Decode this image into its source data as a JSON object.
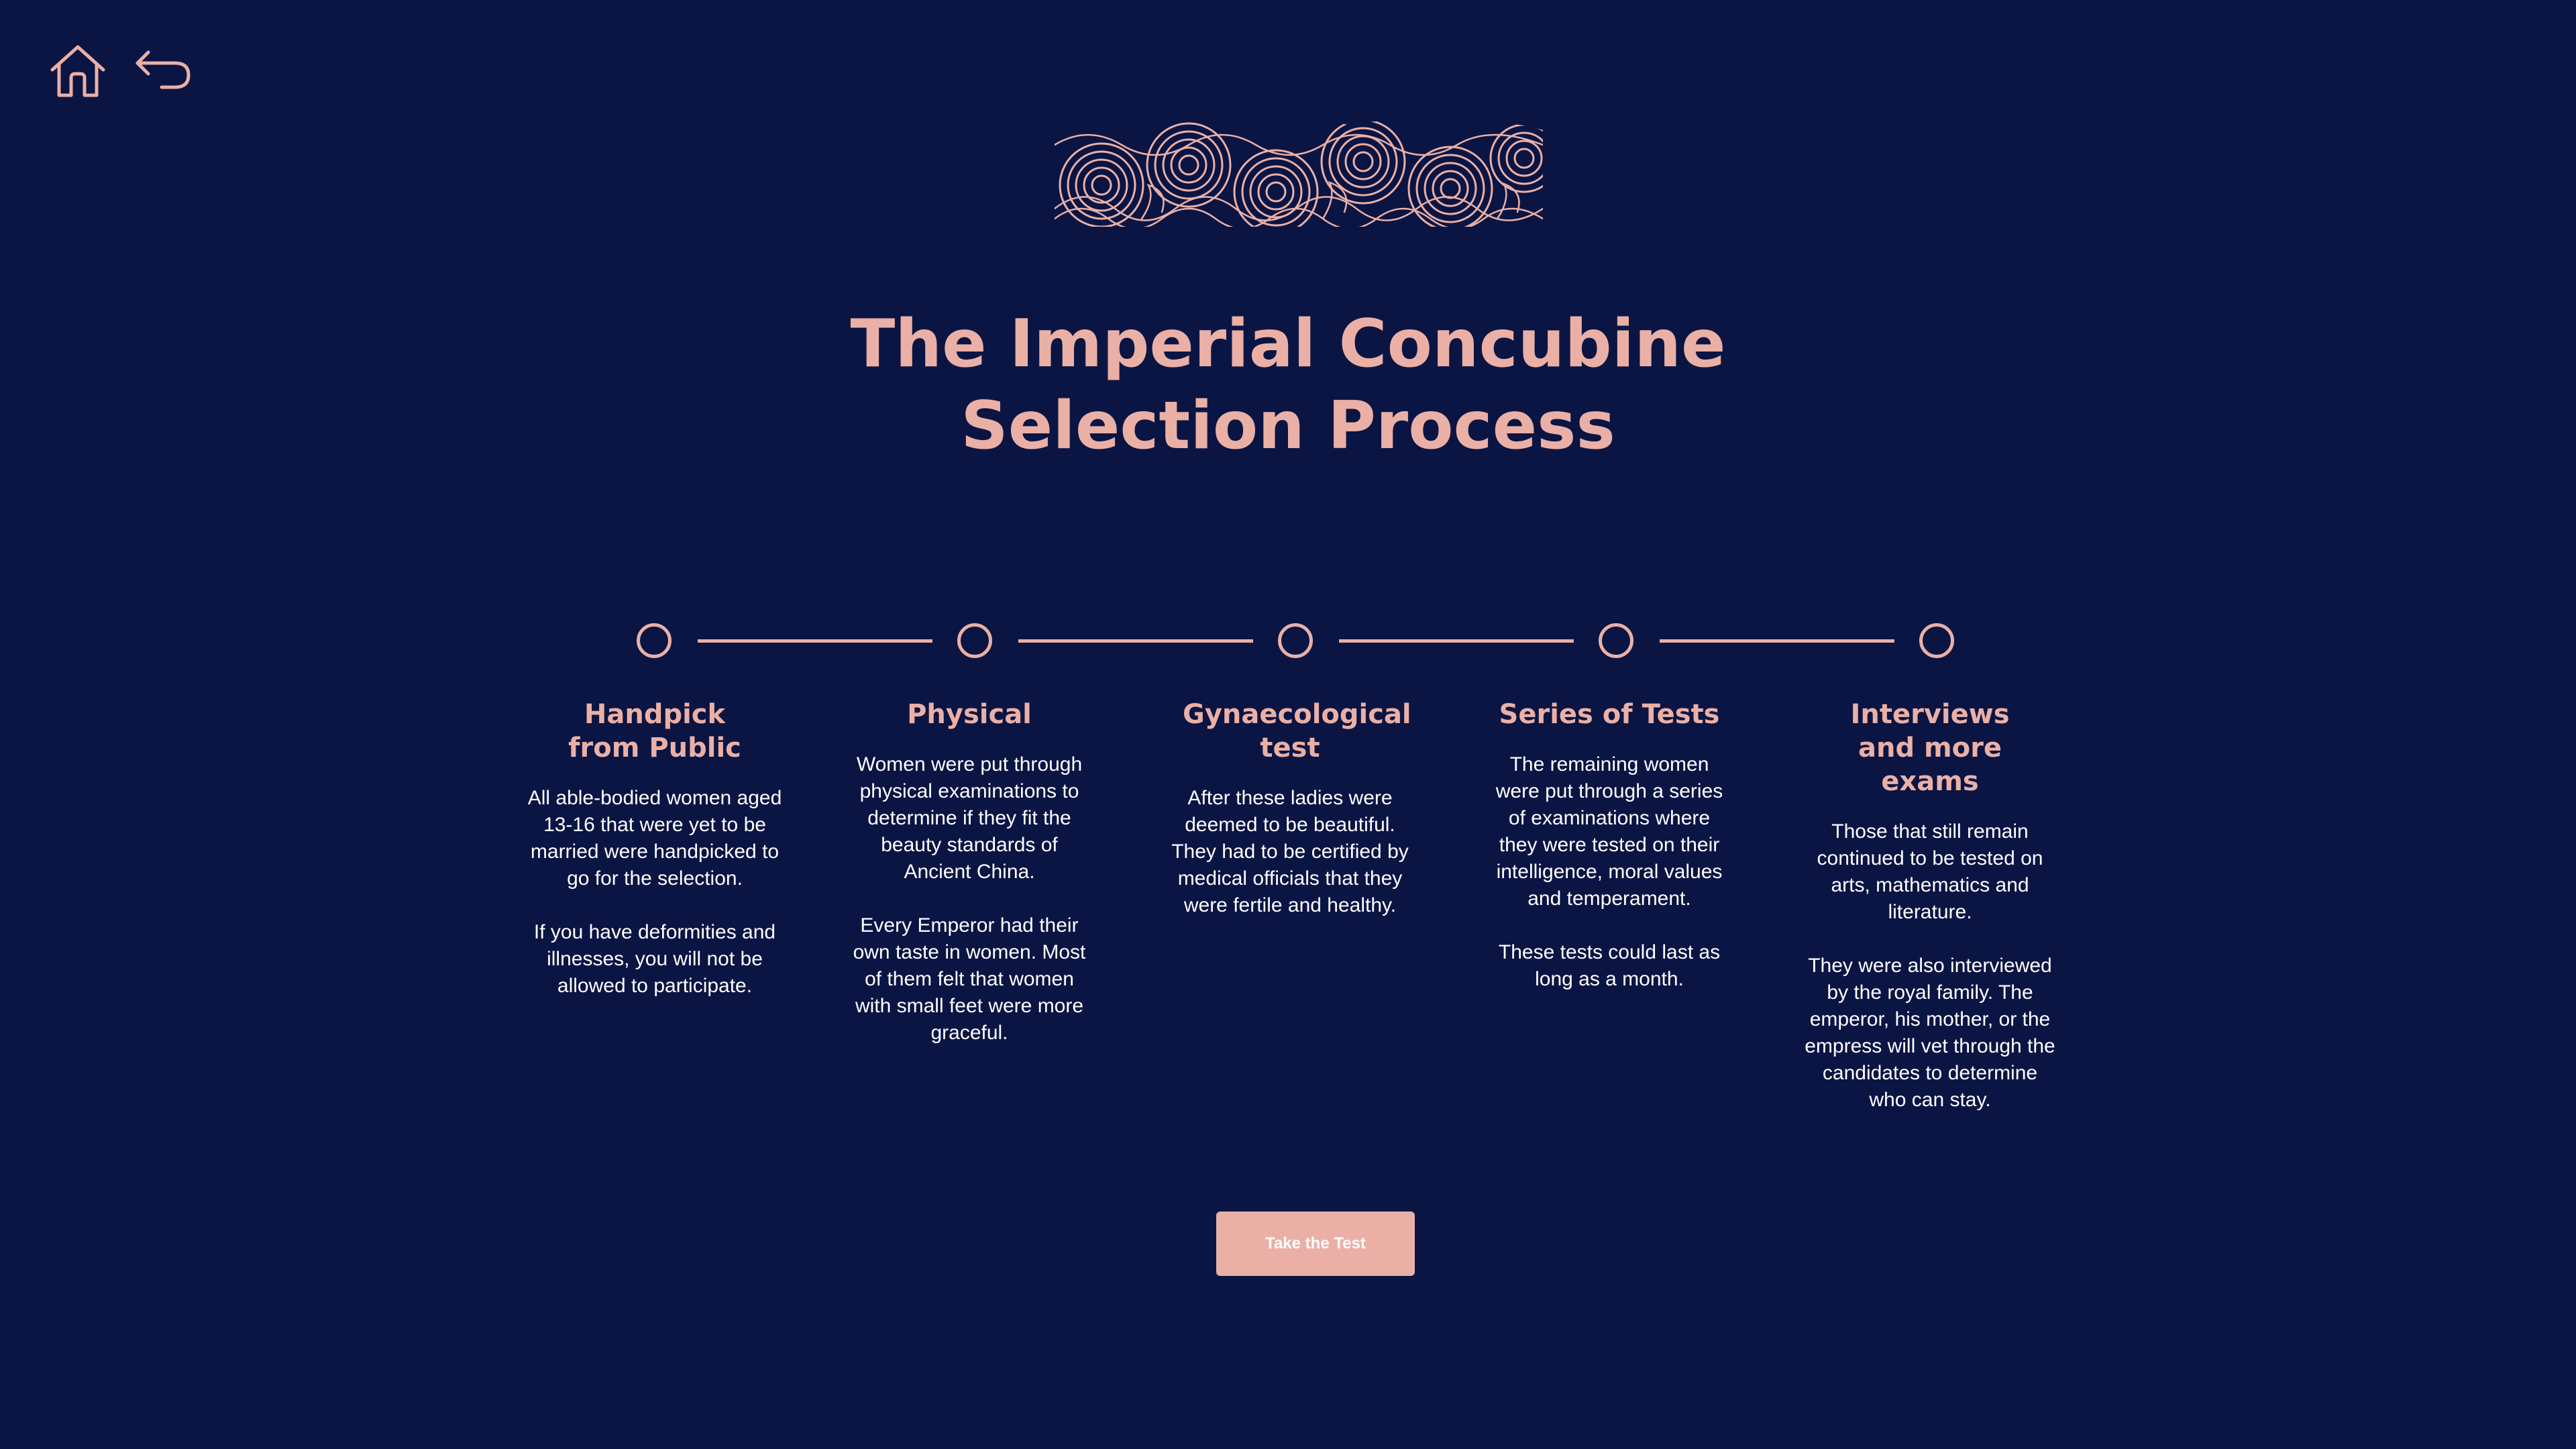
{
  "nav": {
    "home_icon": "home-icon",
    "back_icon": "back-arrow-icon"
  },
  "banner": {
    "icon": "wave-pattern-banner"
  },
  "page": {
    "title_line1": "The Imperial Concubine",
    "title_line2": "Selection Process"
  },
  "steps": [
    {
      "title": "Handpick from Public",
      "text": "All able-bodied women aged 13-16 that were yet to be married were handpicked to go for the selection.\n\nIf you have deformities and illnesses, you will not be allowed to participate."
    },
    {
      "title": "Physical",
      "text": "Women were put through physical examinations to determine if they fit the beauty standards of Ancient China.\n\nEvery Emperor had their own taste in women. Most of them felt that women with small feet were more graceful."
    },
    {
      "title": "Gynaecological test",
      "text": "After these ladies were deemed to be beautiful. They had to be certified by medical officials that they were fertile and healthy."
    },
    {
      "title": "Series of Tests",
      "text": "The remaining women were put through a series of examinations where they were tested on their intelligence, moral values and temperament.\n\nThese tests could last as long as a month."
    },
    {
      "title": "Interviews and more exams",
      "text": "Those that still remain continued to be tested on arts, mathematics and literature.\n\nThey were also interviewed by the royal family. The emperor, his mother, or the empress will vet through the candidates to determine who can stay."
    }
  ],
  "cta": {
    "label": "Take the Test"
  },
  "colors": {
    "background": "#0b1544",
    "accent": "#eab0a6",
    "body_text": "#ffffff"
  }
}
